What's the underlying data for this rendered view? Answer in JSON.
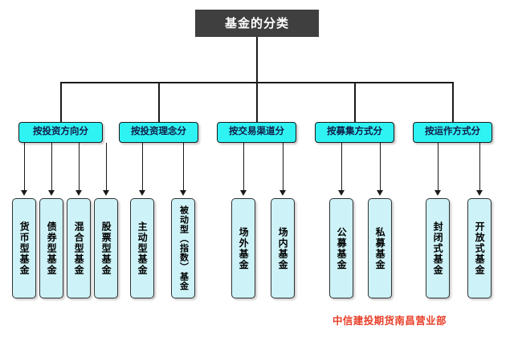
{
  "diagram": {
    "type": "hierarchy-tree",
    "root": {
      "label": "基金的分类",
      "box_color": "#3f3f3f",
      "text_color": "#ffffff"
    },
    "category_color": "#2ff2f2",
    "category_text_color": "#101e4a",
    "leaf_color": "#cdf2f7",
    "leaf_text_color": "#000000",
    "connector_color": "#1a1a1a",
    "categories": [
      {
        "label": "按投资方向分",
        "children": [
          {
            "label": "货币型基金"
          },
          {
            "label": "债券型基金"
          },
          {
            "label": "混合型基金"
          },
          {
            "label": "股票型基金"
          }
        ]
      },
      {
        "label": "按投资理念分",
        "children": [
          {
            "label": "主动型基金"
          },
          {
            "label": "被动型（指数）基金"
          }
        ]
      },
      {
        "label": "按交易渠道分",
        "children": [
          {
            "label": "场外基金"
          },
          {
            "label": "场内基金"
          }
        ]
      },
      {
        "label": "按募集方式分",
        "children": [
          {
            "label": "公募基金"
          },
          {
            "label": "私募基金"
          }
        ]
      },
      {
        "label": "按运作方式分",
        "children": [
          {
            "label": "封闭式基金"
          },
          {
            "label": "开放式基金"
          }
        ]
      }
    ]
  },
  "watermark": {
    "text": "中信建投期货南昌营业部",
    "color": "#e8402a"
  }
}
